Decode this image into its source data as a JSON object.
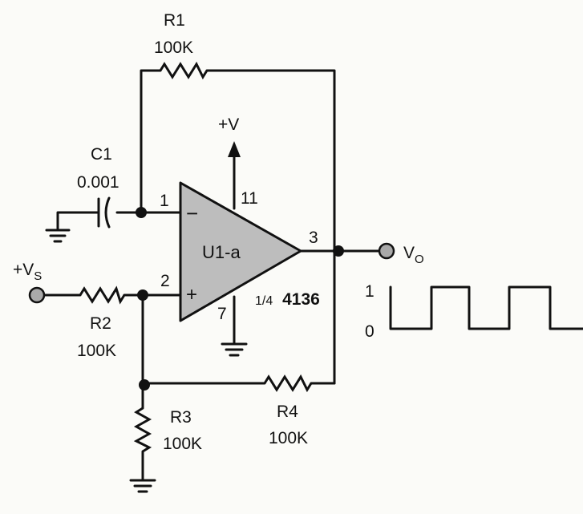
{
  "components": {
    "r1": {
      "ref": "R1",
      "value": "100K"
    },
    "r2": {
      "ref": "R2",
      "value": "100K"
    },
    "r3": {
      "ref": "R3",
      "value": "100K"
    },
    "r4": {
      "ref": "R4",
      "value": "100K"
    },
    "c1": {
      "ref": "C1",
      "value": "0.001"
    }
  },
  "opamp": {
    "ref": "U1-a",
    "part_fraction": "1/4",
    "part_number": "4136",
    "pin_inverting": "1",
    "pin_noninverting": "2",
    "pin_output": "3",
    "pin_vplus": "11",
    "pin_gnd": "7",
    "minus_sign": "−",
    "plus_sign": "+"
  },
  "supply": {
    "label": "+V"
  },
  "input": {
    "label": "+V",
    "subscript": "S"
  },
  "output": {
    "label": "V",
    "subscript": "O"
  },
  "waveform": {
    "high": "1",
    "low": "0"
  },
  "colors": {
    "opamp_fill": "#bdbdbd",
    "terminal_fill": "#a9a9a9",
    "ink": "#111111"
  }
}
